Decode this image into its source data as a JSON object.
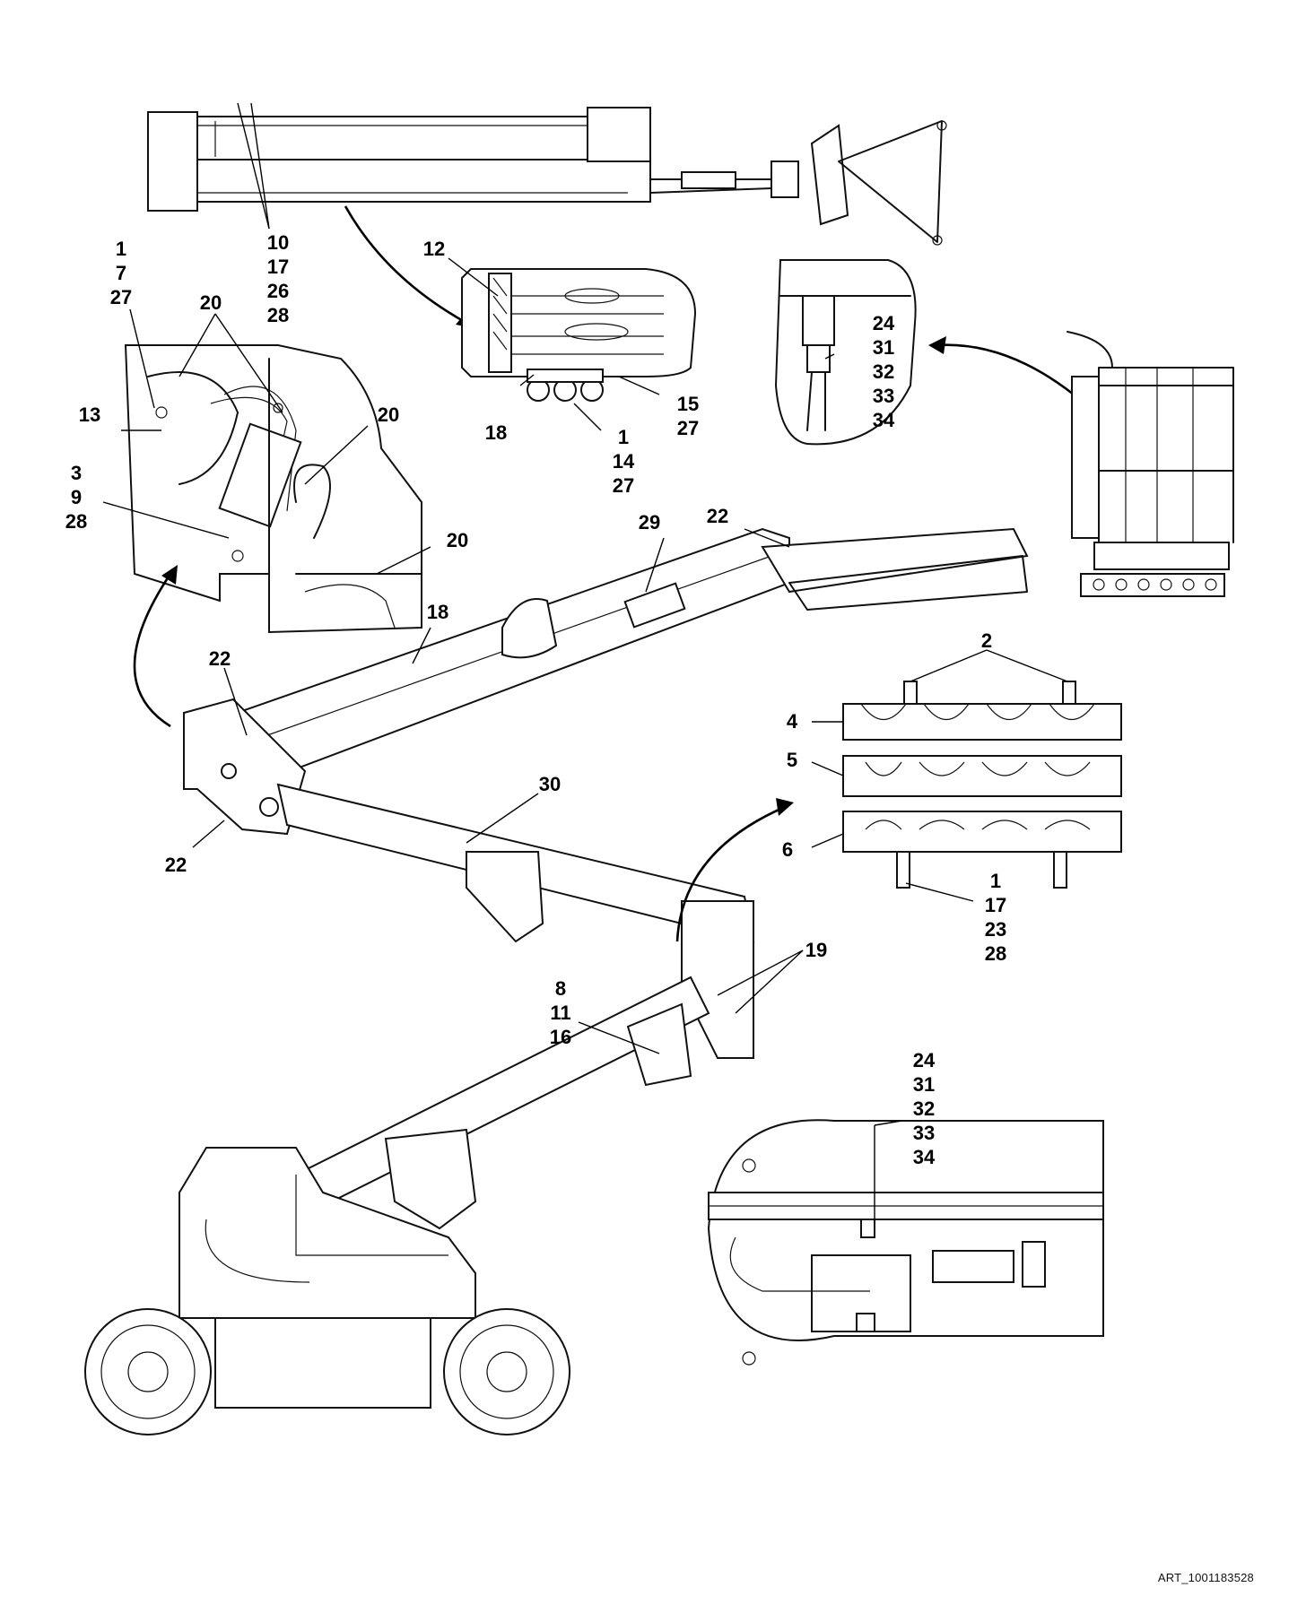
{
  "art_number": "ART_1001183528",
  "callouts": {
    "c_10_17_26_28": [
      "10",
      "17",
      "26",
      "28"
    ],
    "c_12": [
      "12"
    ],
    "c_1_7_27": [
      "1",
      "7",
      "27"
    ],
    "c_20_a": [
      "20"
    ],
    "c_20_b": [
      "20"
    ],
    "c_20_c": [
      "20"
    ],
    "c_13": [
      "13"
    ],
    "c_3_9_28": [
      "3",
      "9",
      "28"
    ],
    "c_18_top": [
      "18"
    ],
    "c_15_27": [
      "15",
      "27"
    ],
    "c_1_14_27": [
      "1",
      "14",
      "27"
    ],
    "c_24_34_top": [
      "24",
      "31",
      "32",
      "33",
      "34"
    ],
    "c_22_top": [
      "22"
    ],
    "c_29": [
      "29"
    ],
    "c_18_mid": [
      "18"
    ],
    "c_22_left_top": [
      "22"
    ],
    "c_22_left_bottom": [
      "22"
    ],
    "c_2": [
      "2"
    ],
    "c_4": [
      "4"
    ],
    "c_5": [
      "5"
    ],
    "c_6": [
      "6"
    ],
    "c_30": [
      "30"
    ],
    "c_1_17_23_28": [
      "1",
      "17",
      "23",
      "28"
    ],
    "c_19": [
      "19"
    ],
    "c_8_11_16": [
      "8",
      "11",
      "16"
    ],
    "c_24_34_bottom": [
      "24",
      "31",
      "32",
      "33",
      "34"
    ]
  }
}
